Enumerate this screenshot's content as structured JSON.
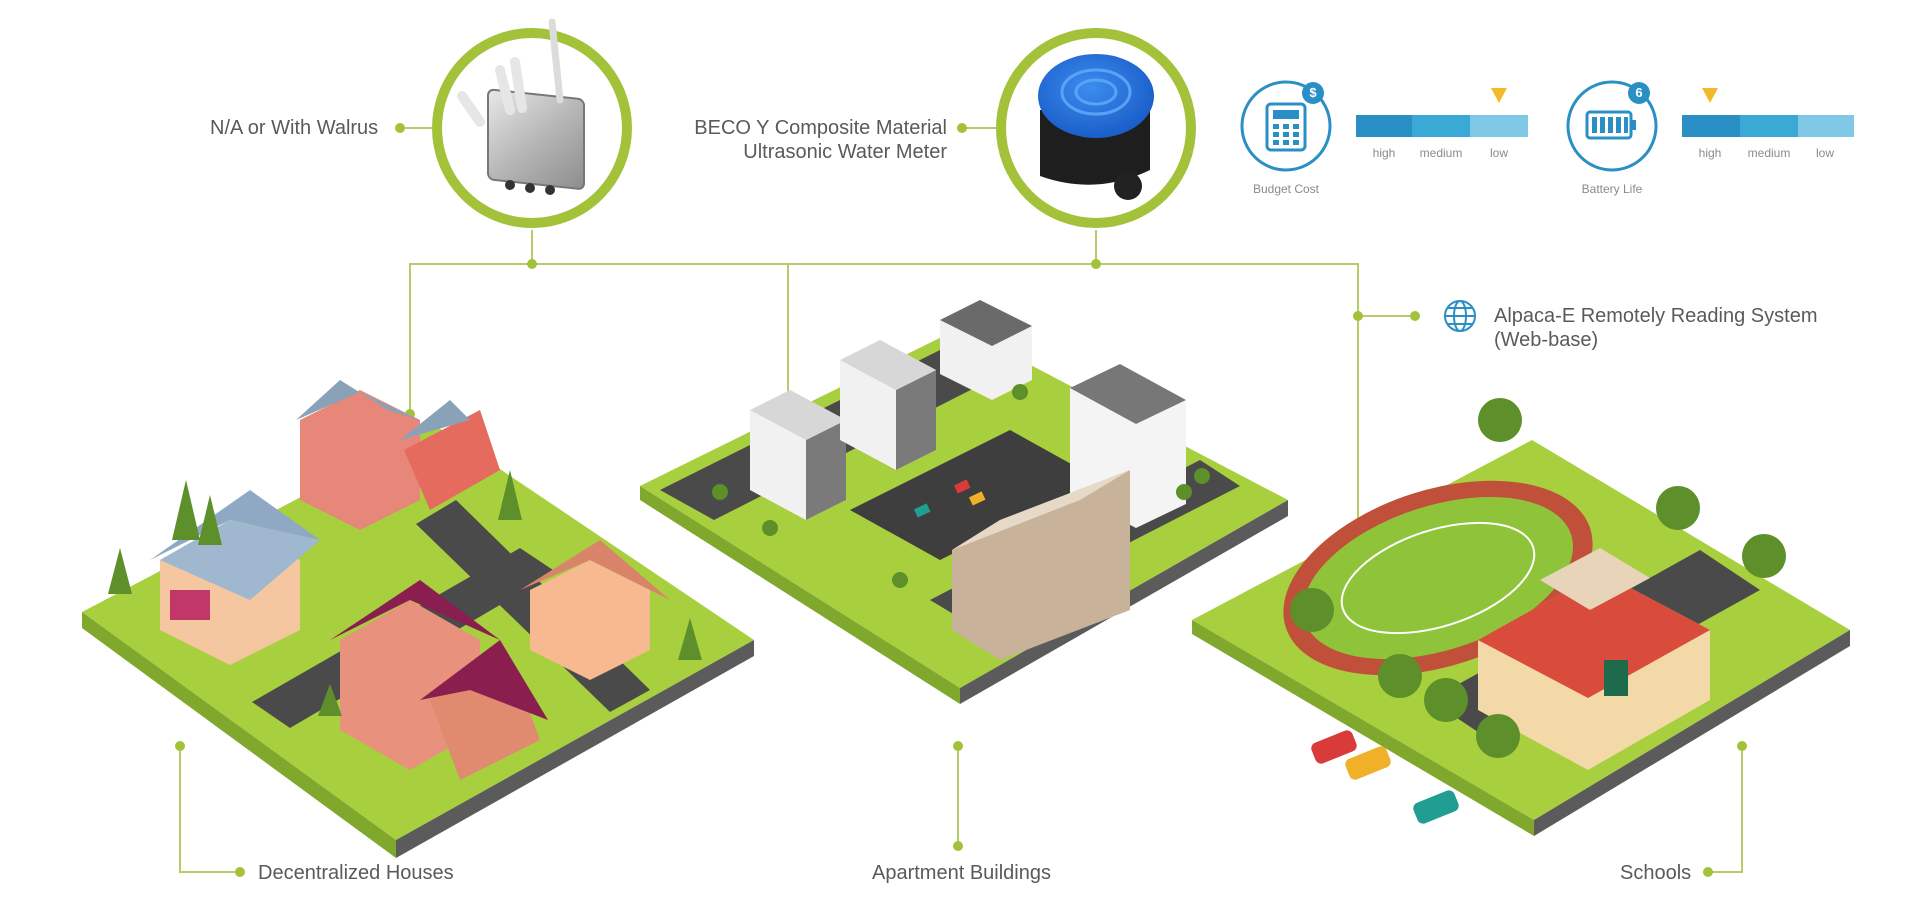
{
  "labels": {
    "gateway": "N/A or With Walrus",
    "meter_line1": "BECO Y Composite Material",
    "meter_line2": "Ultrasonic Water Meter",
    "system_line1": "Alpaca-E Remotely Reading System",
    "system_line2": "(Web-base)",
    "houses": "Decentralized Houses",
    "apartments": "Apartment Buildings",
    "schools": "Schools"
  },
  "budget": {
    "title": "Budget Cost",
    "badge": "$",
    "levels": [
      "high",
      "medium",
      "low"
    ],
    "marker_level": "low"
  },
  "battery": {
    "title": "Battery Life",
    "badge": "6",
    "levels": [
      "high",
      "medium",
      "low"
    ],
    "marker_level": "high"
  },
  "colors": {
    "accent_green": "#a3c23a",
    "line_green": "#b5cc6a",
    "blue_dark": "#2a8fc4",
    "blue_mid": "#3aa9d6",
    "blue_light": "#7fc8e6",
    "marker_yellow": "#f2b92a",
    "meter_blue": "#1f6fd6"
  }
}
